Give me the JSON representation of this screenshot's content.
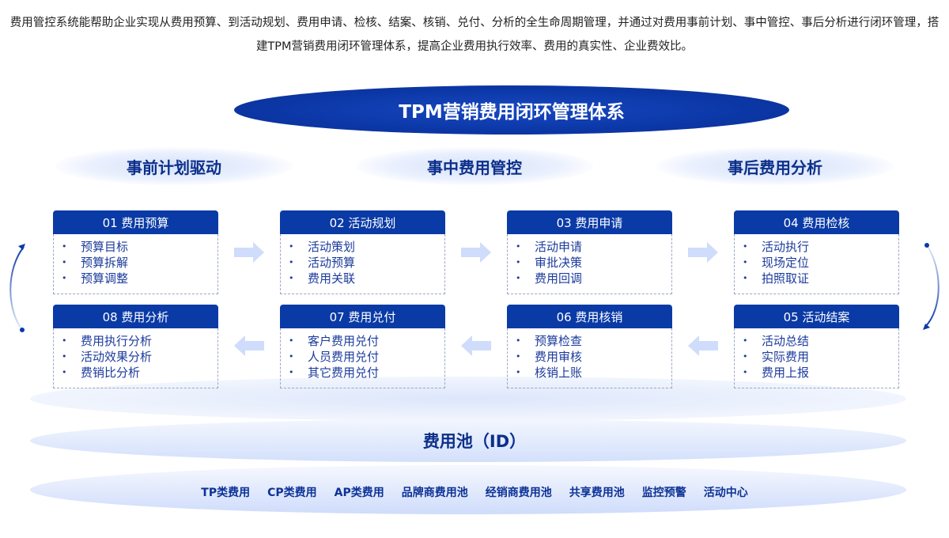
{
  "intro": "费用管控系统能帮助企业实现从费用预算、到活动规划、费用申请、检核、结案、核销、兑付、分析的全生命周期管理，并通过对费用事前计划、事中管控、事后分析进行闭环管理，搭建TPM营销费用闭环管理体系，提高企业费用执行效率、费用的真实性、企业费效比。",
  "title": "TPM营销费用闭环管理体系",
  "phases": [
    "事前计划驱动",
    "事中费用管控",
    "事后费用分析"
  ],
  "bullet": "•",
  "boxes": [
    {
      "title": "01 费用预算",
      "items": [
        "预算目标",
        "预算拆解",
        "预算调整"
      ]
    },
    {
      "title": "02 活动规划",
      "items": [
        "活动策划",
        "活动预算",
        "费用关联"
      ]
    },
    {
      "title": "03 费用申请",
      "items": [
        "活动申请",
        "审批决策",
        "费用回调"
      ]
    },
    {
      "title": "04 费用检核",
      "items": [
        "活动执行",
        "现场定位",
        "拍照取证"
      ]
    },
    {
      "title": "08 费用分析",
      "items": [
        "费用执行分析",
        "活动效果分析",
        "费销比分析"
      ]
    },
    {
      "title": "07 费用兑付",
      "items": [
        "客户费用兑付",
        "人员费用兑付",
        "其它费用兑付"
      ]
    },
    {
      "title": "06 费用核销",
      "items": [
        "预算检查",
        "费用审核",
        "核销上账"
      ]
    },
    {
      "title": "05 活动结案",
      "items": [
        "活动总结",
        "实际费用",
        "费用上报"
      ]
    }
  ],
  "pool": {
    "title": "费用池（ID）",
    "items": [
      "TP类费用",
      "CP类费用",
      "AP类费用",
      "品牌商费用池",
      "经销商费用池",
      "共享费用池",
      "监控预警",
      "活动中心"
    ]
  },
  "colors": {
    "primary": "#0a3aa6",
    "arrow": "#cfdcfb"
  }
}
